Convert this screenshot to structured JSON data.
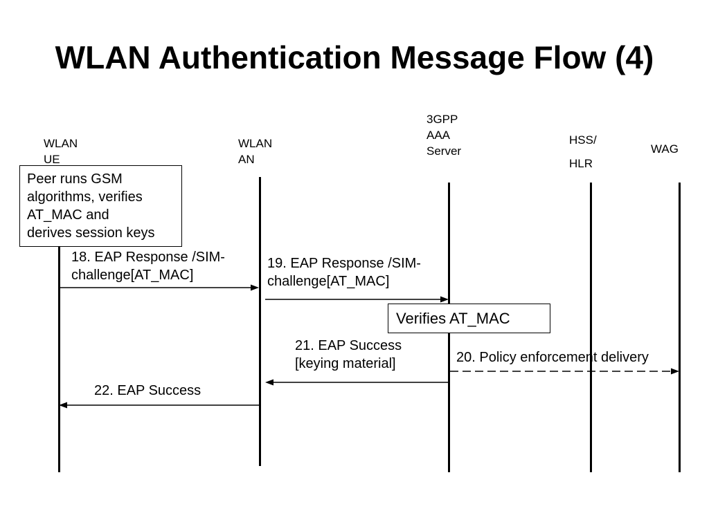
{
  "title": "WLAN Authentication Message Flow (4)",
  "entities": {
    "ue": [
      "WLAN",
      "UE"
    ],
    "an": [
      "WLAN",
      "AN"
    ],
    "aaa": [
      "3GPP",
      "AAA",
      "Server"
    ],
    "hss": [
      "HSS/",
      "HLR"
    ],
    "wag": [
      "WAG"
    ]
  },
  "notes": {
    "peer": [
      "Peer runs GSM",
      "algorithms, verifies",
      "AT_MAC and",
      "derives session keys"
    ],
    "verifies": "Verifies AT_MAC"
  },
  "messages": {
    "m18": [
      "18. EAP Response /SIM-",
      "challenge[AT_MAC]"
    ],
    "m19": [
      "19. EAP Response /SIM-",
      "challenge[AT_MAC]"
    ],
    "m20": [
      "20. Policy enforcement delivery"
    ],
    "m21": [
      "21. EAP Success",
      "[keying material]"
    ],
    "m22": [
      "22. EAP Success"
    ]
  }
}
